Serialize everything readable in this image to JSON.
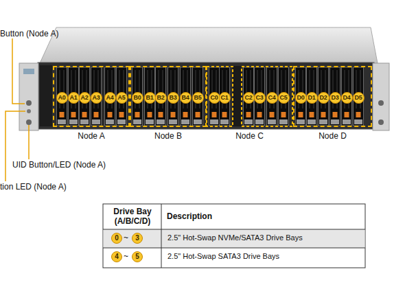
{
  "diagram": {
    "nodes": [
      {
        "text": [
          "Node A"
        ]
      },
      {
        "text": [
          "A0"
        ],
        "in": 0
      },
      {
        "text": [
          "A1"
        ],
        "in": 0
      },
      {
        "text": [
          "A2"
        ],
        "in": 0
      },
      {
        "text": [
          "A3"
        ],
        "in": 0
      },
      {
        "text": [
          "A4"
        ],
        "in": 0
      },
      {
        "text": [
          "A5"
        ],
        "in": 0
      },
      {
        "text": [
          "Node B"
        ]
      },
      {
        "text": [
          "B0"
        ],
        "in": 7
      },
      {
        "text": [
          "B1"
        ],
        "in": 7
      },
      {
        "text": [
          "B2"
        ],
        "in": 7
      },
      {
        "text": [
          "B3"
        ],
        "in": 7
      },
      {
        "text": [
          "B4"
        ],
        "in": 7
      },
      {
        "text": [
          "B5"
        ],
        "in": 7
      },
      {
        "text": [
          "Node C"
        ]
      },
      {
        "text": [
          "C0"
        ],
        "in": 14
      },
      {
        "text": [
          "C1"
        ],
        "in": 14
      },
      {
        "text": [
          "C2"
        ],
        "in": 14
      },
      {
        "text": [
          "C3"
        ],
        "in": 14
      },
      {
        "text": [
          "C4"
        ],
        "in": 14
      },
      {
        "text": [
          "C5"
        ],
        "in": 14
      },
      {
        "text": [
          "Node D"
        ]
      },
      {
        "text": [
          "D0"
        ],
        "in": 21
      },
      {
        "text": [
          "D1"
        ],
        "in": 21
      },
      {
        "text": [
          "D2"
        ],
        "in": 21
      },
      {
        "text": [
          "D3"
        ],
        "in": 21
      },
      {
        "text": [
          "D4"
        ],
        "in": 21
      },
      {
        "text": [
          "D5"
        ],
        "in": 21
      }
    ],
    "labels": [
      "Button (Node A)",
      "UID Button/LED (Node A)",
      "tion LED (Node A)",
      "Drive Bay (A/B/C/D)",
      "Description",
      "0",
      "~",
      "3",
      "2.5\" Hot-Swap NVMe/SATA3 Drive Bays",
      "4",
      "~",
      "5",
      "2.5\" Hot-Swap SATA3 Drive Bays"
    ]
  }
}
